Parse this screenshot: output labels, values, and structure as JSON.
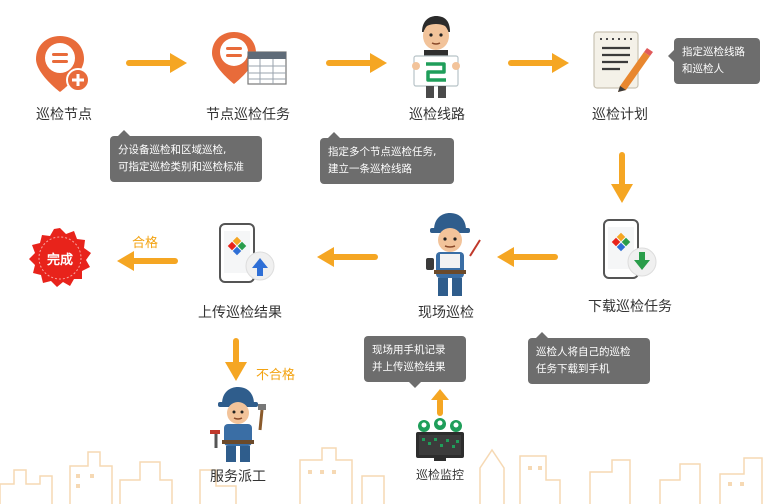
{
  "colors": {
    "arrow": "#f5a623",
    "node_pin": "#e86b3a",
    "done_badge": "#e8231b",
    "tip_bg": "#6d6d6d",
    "skyline": "#f6d9b4"
  },
  "steps": {
    "node": "巡检节点",
    "node_task": "节点巡检任务",
    "route": "巡检线路",
    "plan": "巡检计划",
    "download": "下载巡检任务",
    "onsite": "现场巡检",
    "upload": "上传巡检结果",
    "done": "完成",
    "dispatch": "服务派工",
    "monitor": "巡检监控"
  },
  "tips": {
    "node_task": [
      "分设备巡检和区域巡检,",
      "可指定巡检类别和巡检标准"
    ],
    "route": [
      "指定多个节点巡检任务,",
      "建立一条巡检线路"
    ],
    "plan": [
      "指定巡检线路",
      "和巡检人"
    ],
    "download": [
      "巡检人将自己的巡检",
      "任务下载到手机"
    ],
    "onsite": [
      "现场用手机记录",
      "并上传巡检结果"
    ]
  },
  "branch": {
    "pass": "合格",
    "fail": "不合格"
  },
  "icons": [
    "location-pin-plus-icon",
    "location-pin-table-icon",
    "worker-route-board-icon",
    "notepad-pencil-icon",
    "phone-download-icon",
    "worker-phone-icon",
    "phone-upload-icon",
    "done-badge-icon",
    "worker-tools-icon",
    "monitor-network-icon"
  ]
}
